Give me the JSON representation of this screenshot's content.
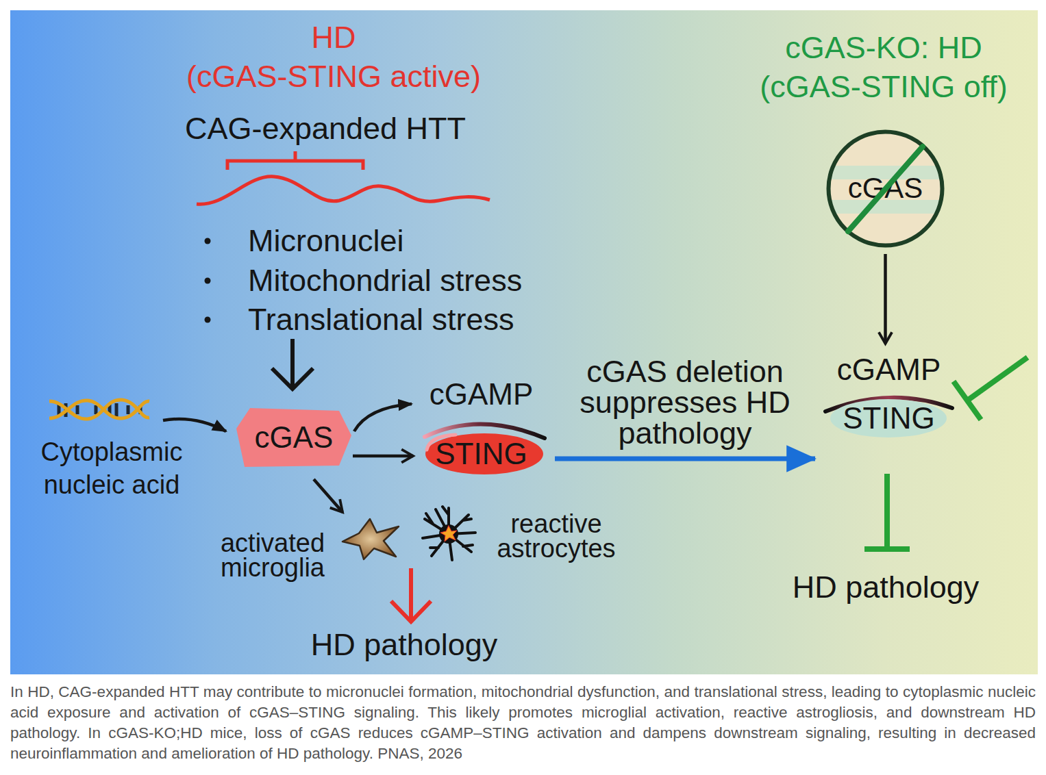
{
  "diagram": {
    "caption": "In HD, CAG-expanded HTT may contribute to micronuclei formation, mitochondrial dysfunction, and translational stress, leading to cytoplasmic nucleic acid exposure and activation of cGAS–STING signaling. This likely promotes microglial activation, reactive astrogliosis, and downstream HD pathology. In cGAS-KO;HD mice, loss of cGAS reduces cGAMP–STING activation and dampens downstream signaling, resulting in decreased neuroinflammation and amelioration of HD pathology. PNAS, 2026",
    "nodes": [
      {
        "text": [
          "cGAS"
        ]
      },
      {
        "text": [
          "cGAMP",
          "STING"
        ]
      },
      {
        "text": [
          "cGAS"
        ]
      },
      {
        "text": [
          "cGAMP",
          "STING"
        ]
      }
    ],
    "edges": [
      {
        "from": 0,
        "to": 1,
        "arrow": "to"
      },
      {
        "from": 0,
        "to": 1,
        "arrow": "to"
      },
      {
        "from": 2,
        "to": 3,
        "arrow": "to"
      },
      {
        "from": 1,
        "to": 3,
        "label": "cGAS deletion suppresses HD pathology",
        "arrow": "to"
      }
    ],
    "labels": [
      "HD",
      "(cGAS-STING active)",
      "CAG-expanded HTT",
      "Micronuclei",
      "Mitochondrial stress",
      "Translational stress",
      "Cytoplasmic nucleic acid",
      "activated microglia",
      "reactive astrocytes",
      "HD pathology",
      "cGAS-KO: HD",
      "(cGAS-STING off)",
      "HD pathology"
    ]
  }
}
